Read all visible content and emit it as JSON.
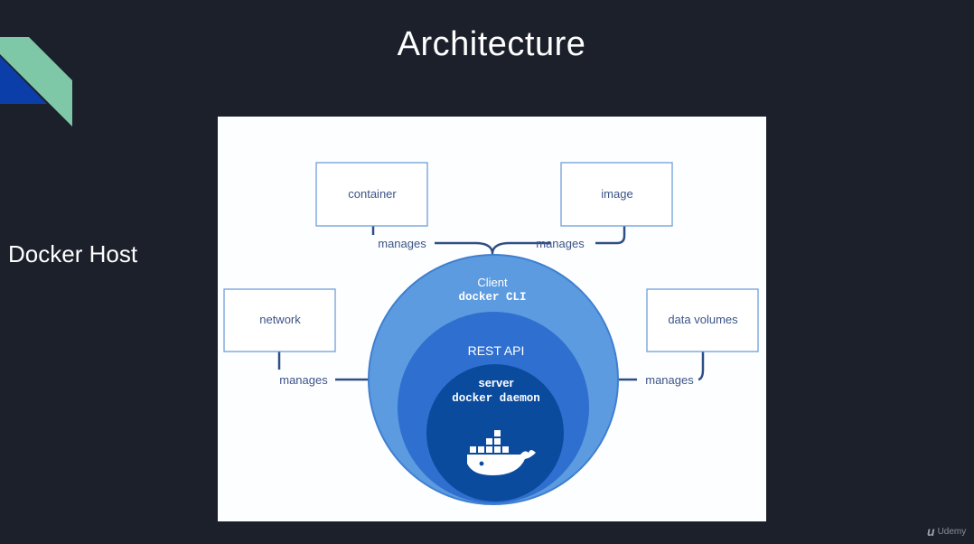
{
  "slide": {
    "title": "Architecture",
    "side_label": "Docker Host",
    "watermark": "Udemy"
  },
  "colors": {
    "background": "#1c202b",
    "deco_green": "#7ec8a8",
    "deco_blue": "#0b3ea8",
    "panel": "#fdfeff",
    "box_border": "#6f9fd8",
    "line": "#2e4f86",
    "text_dark": "#3c5487",
    "circle_outer": "#5d9be0",
    "circle_middle": "#2f6fd0",
    "circle_inner": "#0b4b9e"
  },
  "diagram": {
    "boxes": [
      {
        "id": "container",
        "label": "container"
      },
      {
        "id": "image",
        "label": "image"
      },
      {
        "id": "network",
        "label": "network"
      },
      {
        "id": "data-volumes",
        "label": "data volumes"
      }
    ],
    "edge_label": "manages",
    "layers": {
      "client_title": "Client",
      "client_sub": "docker CLI",
      "api": "REST API",
      "server_title": "server",
      "server_sub": "docker daemon"
    },
    "logo_icon": "docker-whale-icon"
  }
}
